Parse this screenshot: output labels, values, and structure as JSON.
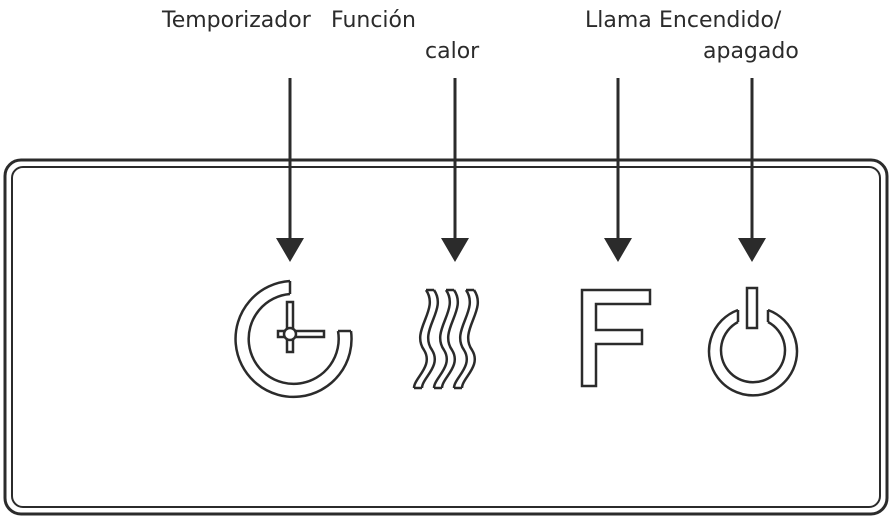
{
  "labels": {
    "timer": "Temporizador",
    "function": "Función",
    "heat": "calor",
    "flame": "Llama",
    "power_line1": "Encendido/",
    "power_line2": "apagado"
  },
  "icons": {
    "timer": "timer-clock-icon",
    "heat": "heat-waves-icon",
    "flame": "flame-f-icon",
    "power": "power-icon"
  },
  "colors": {
    "stroke": "#2b2b2b",
    "background": "#ffffff"
  }
}
